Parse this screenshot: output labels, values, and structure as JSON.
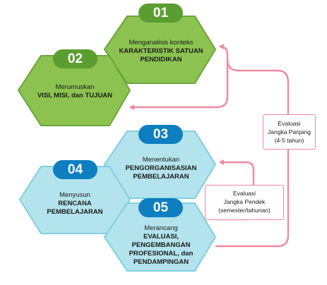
{
  "colors": {
    "green_fill": "#8cc350",
    "green_stroke": "#6aa53b",
    "green_badge": "#5a9e2f",
    "blue_fill": "#b3e3ec",
    "blue_stroke": "#7fd0df",
    "blue_badge": "#0d7fc1",
    "arrow": "#f08aa0"
  },
  "steps": [
    {
      "number": "01",
      "line1": "Menganalisis konteks",
      "line2": "KARAKTERISTIK SATUAN PENDIDIKAN"
    },
    {
      "number": "02",
      "line1": "Merumuskan",
      "line2": "VISI, MISI, dan TUJUAN"
    },
    {
      "number": "03",
      "line1": "Menentukan",
      "line2": "PENGORGANISASIAN PEMBELAJARAN"
    },
    {
      "number": "04",
      "line1": "Menyusun",
      "line2": "RENCANA PEMBELAJARAN"
    },
    {
      "number": "05",
      "line1": "Merancang",
      "line2": "EVALUASI, PENGEMBANGAN PROFESIONAL, dan PENDAMPINGAN"
    }
  ],
  "evaluations": {
    "long": {
      "line1": "Evaluasi",
      "line2": "Jangka Panjang",
      "line3": "(4-5 tahun)"
    },
    "short": {
      "line1": "Evaluasi",
      "line2": "Jangka Pendek",
      "line3": "(semester/tahunan)"
    }
  }
}
